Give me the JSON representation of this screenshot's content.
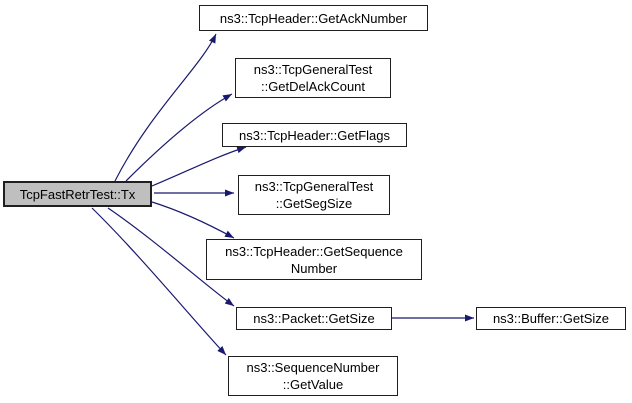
{
  "diagram": {
    "type": "call-graph",
    "root_function": "TcpFastRetrTest::Tx",
    "colors": {
      "edge": "#191970",
      "node_border": "#1f1f1f",
      "node_fill": "#ffffff",
      "root_fill": "#bfbfbf",
      "text": "#000000",
      "background": "#ffffff"
    },
    "nodes": {
      "tx": {
        "label": "TcpFastRetrTest::Tx",
        "highlighted": true
      },
      "get_ack_number": {
        "label": "ns3::TcpHeader::GetAckNumber",
        "highlighted": false
      },
      "get_del_ack_count": {
        "label": "ns3::TcpGeneralTest\n::GetDelAckCount",
        "highlighted": false
      },
      "get_flags": {
        "label": "ns3::TcpHeader::GetFlags",
        "highlighted": false
      },
      "get_seg_size": {
        "label": "ns3::TcpGeneralTest\n::GetSegSize",
        "highlighted": false
      },
      "get_sequence_number": {
        "label": "ns3::TcpHeader::GetSequence\nNumber",
        "highlighted": false
      },
      "packet_get_size": {
        "label": "ns3::Packet::GetSize",
        "highlighted": false
      },
      "buffer_get_size": {
        "label": "ns3::Buffer::GetSize",
        "highlighted": false
      },
      "get_value": {
        "label": "ns3::SequenceNumber\n::GetValue",
        "highlighted": false
      }
    },
    "edges": [
      {
        "from": "TcpFastRetrTest::Tx",
        "to": "ns3::TcpHeader::GetAckNumber"
      },
      {
        "from": "TcpFastRetrTest::Tx",
        "to": "ns3::TcpGeneralTest::GetDelAckCount"
      },
      {
        "from": "TcpFastRetrTest::Tx",
        "to": "ns3::TcpHeader::GetFlags"
      },
      {
        "from": "TcpFastRetrTest::Tx",
        "to": "ns3::TcpGeneralTest::GetSegSize"
      },
      {
        "from": "TcpFastRetrTest::Tx",
        "to": "ns3::TcpHeader::GetSequenceNumber"
      },
      {
        "from": "TcpFastRetrTest::Tx",
        "to": "ns3::Packet::GetSize"
      },
      {
        "from": "TcpFastRetrTest::Tx",
        "to": "ns3::SequenceNumber::GetValue"
      },
      {
        "from": "ns3::Packet::GetSize",
        "to": "ns3::Buffer::GetSize"
      }
    ]
  }
}
